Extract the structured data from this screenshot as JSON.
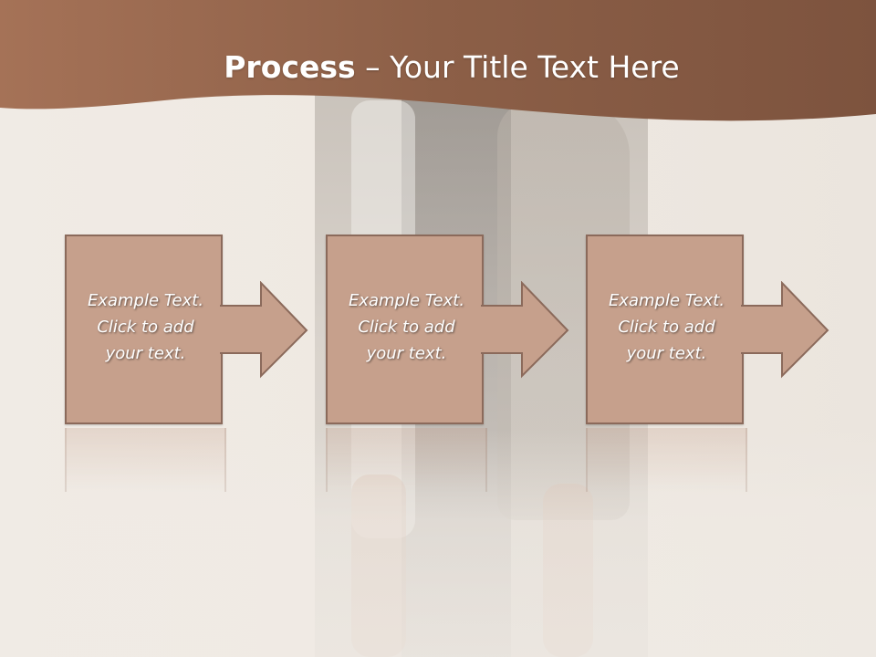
{
  "title": {
    "bold": "Process",
    "rest": " – Your Title Text Here"
  },
  "steps": [
    {
      "text": "Example Text.\nClick  to add\nyour text."
    },
    {
      "text": "Example Text.\nClick  to add\nyour text."
    },
    {
      "text": "Example Text.\nClick  to add\nyour text."
    }
  ],
  "colors": {
    "header": "#9b6a4f",
    "box_fill": "#c6a08c",
    "box_border": "#8b6a5b"
  }
}
